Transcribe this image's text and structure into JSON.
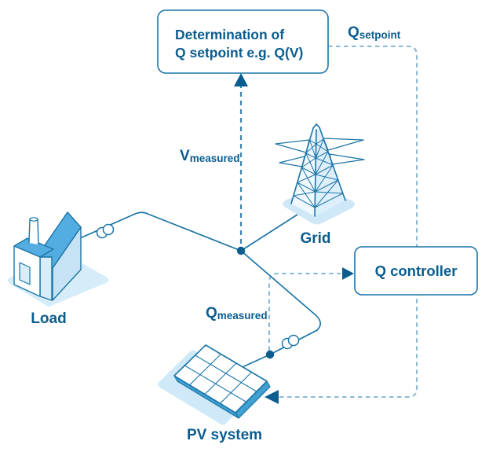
{
  "diagram": {
    "boxes": {
      "determination": {
        "line1": "Determination of",
        "line2": "Q setpoint e.g. Q(V)"
      },
      "q_controller": {
        "label": "Q controller"
      }
    },
    "signals": {
      "q_setpoint": {
        "symbol": "Q",
        "subscript": "setpoint"
      },
      "v_measured": {
        "symbol": "V",
        "subscript": "measured"
      },
      "q_measured": {
        "symbol": "Q",
        "subscript": "measured"
      }
    },
    "components": {
      "grid": {
        "label": "Grid"
      },
      "load": {
        "label": "Load"
      },
      "pv_system": {
        "label": "PV system"
      }
    },
    "colors": {
      "line_dark": "#1b75a8",
      "text_dark": "#0a5d8f",
      "dash_light": "#8ab9d8",
      "dash_medium": "#3d86b3",
      "accent_blue": "#54ade0",
      "fill_light": "#d4ebf8",
      "fill_lighter": "#e2f1fa",
      "shadow_blue": "#cfe8f7",
      "panel_edge": "#3f9fd0",
      "background": "#ffffff"
    }
  }
}
